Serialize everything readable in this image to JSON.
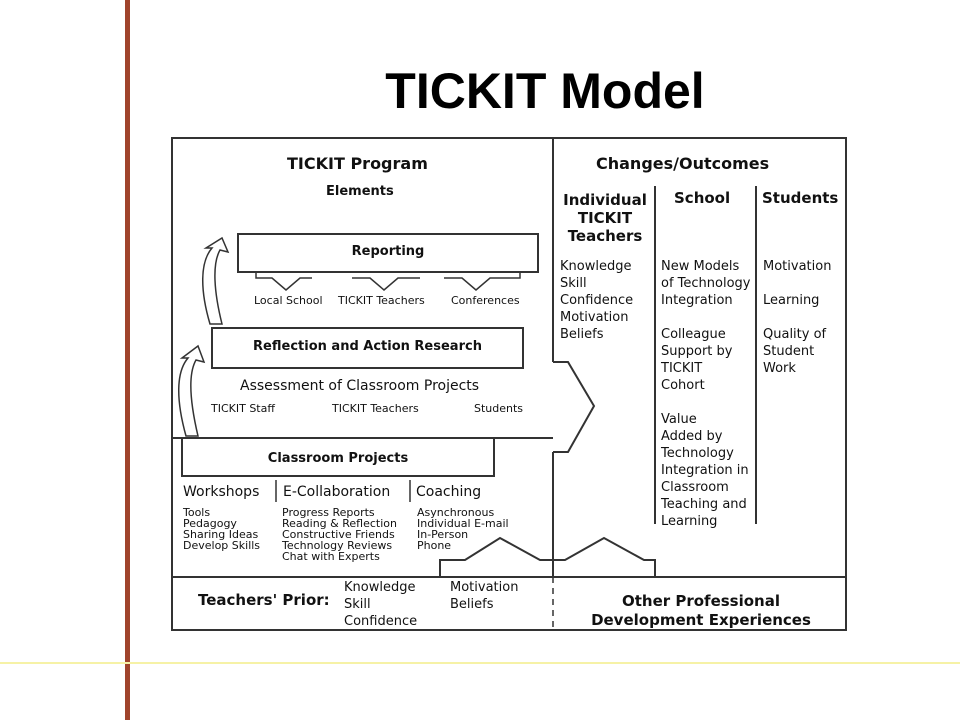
{
  "slide": {
    "title": "TICKIT Model"
  },
  "program": {
    "title": "TICKIT Program",
    "subtitle": "Elements"
  },
  "reporting": {
    "title": "Reporting",
    "targets": [
      "Local School",
      "TICKIT  Teachers",
      "Conferences"
    ]
  },
  "reflection": {
    "title": "Reflection and Action Research",
    "assessment": "Assessment of Classroom Projects",
    "participants": [
      "TICKIT Staff",
      "TICKIT  Teachers",
      "Students"
    ]
  },
  "classroom": {
    "title": "Classroom Projects"
  },
  "activities": {
    "workshops": {
      "title": "Workshops",
      "items": [
        "Tools",
        "Pedagogy",
        "Sharing Ideas",
        "Develop Skills"
      ]
    },
    "ecollab": {
      "title": "E-Collaboration",
      "items": [
        "Progress Reports",
        "Reading & Reflection",
        "Constructive Friends",
        "Technology Reviews",
        "Chat with Experts"
      ]
    },
    "coaching": {
      "title": "Coaching",
      "items": [
        "Asynchronous",
        "Individual E-mail",
        "In-Person",
        "Phone"
      ]
    }
  },
  "outcomes": {
    "title": "Changes/Outcomes",
    "teachers": {
      "header": [
        "Individual",
        "TICKIT",
        "Teachers"
      ],
      "items": [
        "Knowledge",
        "Skill",
        "Confidence",
        "Motivation",
        "Beliefs"
      ]
    },
    "school": {
      "header": "School",
      "items": [
        "New Models",
        "of Technology",
        "Integration",
        "",
        "Colleague",
        "Support by",
        "TICKIT",
        "Cohort",
        "",
        "Value",
        "Added by",
        "Technology",
        "Integration in",
        "Classroom",
        "Teaching and",
        "Learning"
      ]
    },
    "students": {
      "header": "Students",
      "items": [
        "Motivation",
        "",
        "Learning",
        "",
        "Quality of",
        "Student",
        "Work"
      ]
    }
  },
  "prior": {
    "label": "Teachers' Prior:",
    "col1": [
      "Knowledge",
      "Skill",
      "Confidence"
    ],
    "col2": [
      "Motivation",
      "Beliefs"
    ]
  },
  "other": {
    "line1": "Other Professional",
    "line2": "Development Experiences"
  }
}
